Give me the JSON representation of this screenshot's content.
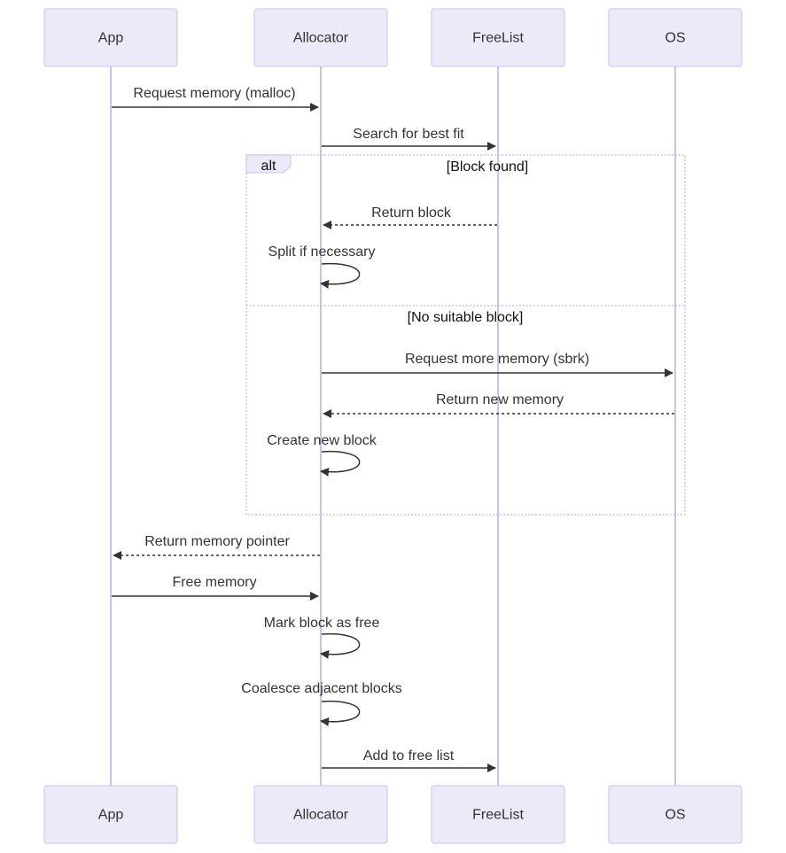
{
  "actors": [
    {
      "id": "app",
      "label": "App"
    },
    {
      "id": "allocator",
      "label": "Allocator"
    },
    {
      "id": "freelist",
      "label": "FreeList"
    },
    {
      "id": "os",
      "label": "OS"
    }
  ],
  "messages": [
    {
      "from": "app",
      "to": "allocator",
      "label": "Request memory (malloc)",
      "style": "solid"
    },
    {
      "from": "allocator",
      "to": "freelist",
      "label": "Search for best fit",
      "style": "solid"
    },
    {
      "from": "freelist",
      "to": "allocator",
      "label": "Return block",
      "style": "dashed"
    },
    {
      "from": "allocator",
      "to": "allocator",
      "label": "Split if necessary",
      "style": "self"
    },
    {
      "from": "allocator",
      "to": "os",
      "label": "Request more memory (sbrk)",
      "style": "solid"
    },
    {
      "from": "os",
      "to": "allocator",
      "label": "Return new memory",
      "style": "dashed"
    },
    {
      "from": "allocator",
      "to": "allocator",
      "label": "Create new block",
      "style": "self"
    },
    {
      "from": "allocator",
      "to": "app",
      "label": "Return memory pointer",
      "style": "dashed"
    },
    {
      "from": "app",
      "to": "allocator",
      "label": "Free memory",
      "style": "solid"
    },
    {
      "from": "allocator",
      "to": "allocator",
      "label": "Mark block as free",
      "style": "self"
    },
    {
      "from": "allocator",
      "to": "allocator",
      "label": "Coalesce adjacent blocks",
      "style": "self"
    },
    {
      "from": "allocator",
      "to": "freelist",
      "label": "Add to free list",
      "style": "solid"
    }
  ],
  "alt_frame": {
    "label": "alt",
    "first_condition": "[Block found]",
    "second_condition": "[No suitable block]"
  },
  "colors": {
    "actor_fill": "#eaeaf8",
    "actor_border": "#c9c3ef",
    "lifeline": "#c8c3ec",
    "message": "#333333"
  }
}
